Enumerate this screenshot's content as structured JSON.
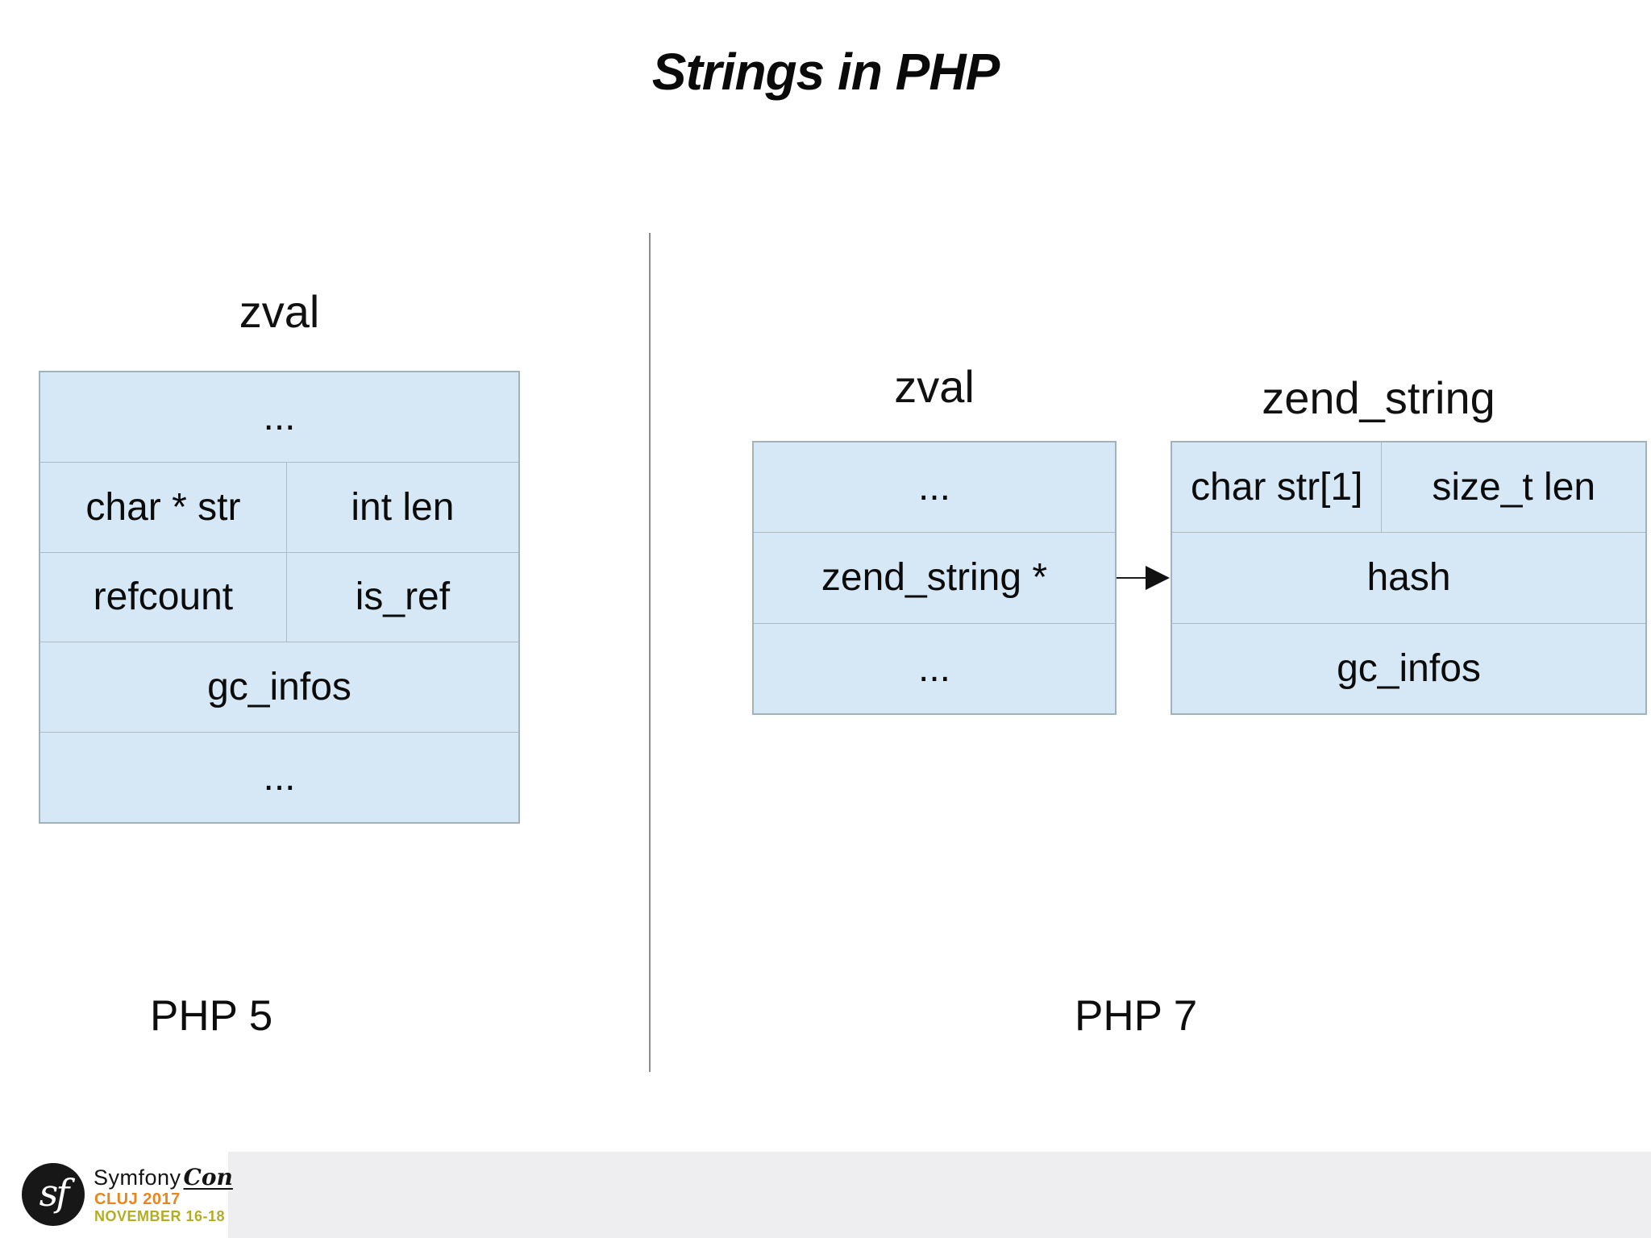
{
  "title": "Strings in PHP",
  "php5": {
    "caption": "PHP 5",
    "zval": {
      "label": "zval",
      "rows": [
        {
          "cells": [
            "..."
          ]
        },
        {
          "cells": [
            "char * str",
            "int len"
          ]
        },
        {
          "cells": [
            "refcount",
            "is_ref"
          ]
        },
        {
          "cells": [
            "gc_infos"
          ]
        },
        {
          "cells": [
            "..."
          ]
        }
      ]
    }
  },
  "php7": {
    "caption": "PHP 7",
    "zval": {
      "label": "zval",
      "rows": [
        {
          "cells": [
            "..."
          ]
        },
        {
          "cells": [
            "zend_string *"
          ]
        },
        {
          "cells": [
            "..."
          ]
        }
      ]
    },
    "zend_string": {
      "label": "zend_string",
      "rows": [
        {
          "cells": [
            "char str[1]",
            "size_t len"
          ]
        },
        {
          "cells": [
            "hash"
          ]
        },
        {
          "cells": [
            "gc_infos"
          ]
        }
      ]
    }
  },
  "footer": {
    "logo_monogram": "sf",
    "brand_name": "Symfony",
    "brand_suffix": "Con",
    "event_city_year": "CLUJ 2017",
    "event_dates": "NOVEMBER 16-18"
  },
  "colors": {
    "cell_fill": "#d6e8f5",
    "cell_border": "#a3b1bb",
    "divider_gray": "#8d8d8d",
    "footer_bar": "#eeedef",
    "accent_orange": "#e8861e",
    "accent_olive": "#b2ae24",
    "logo_black": "#171717"
  }
}
